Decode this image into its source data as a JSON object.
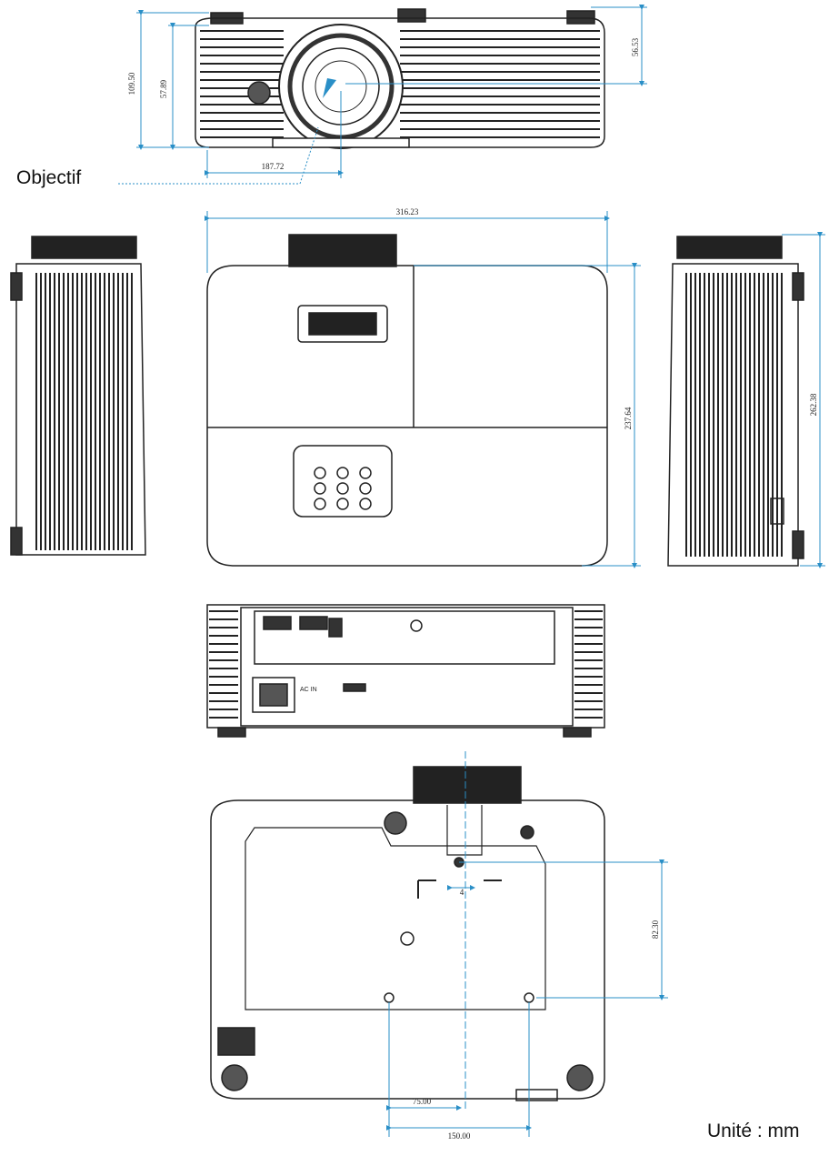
{
  "labels": {
    "lens": "Objectif",
    "unit": "Unité : mm"
  },
  "dimensions": {
    "front_total_height": "109.50",
    "front_lens_center_height": "57.89",
    "front_lens_offset_top": "56.53",
    "front_lens_horizontal": "187.72",
    "top_width": "316.23",
    "top_depth": "237.64",
    "side_depth": "262.38",
    "bottom_hole_offset": "4",
    "bottom_hole_spacing_vertical": "82.30",
    "bottom_hole_spacing_small": "75.00",
    "bottom_hole_spacing_large": "150.00"
  },
  "rear_panel_texts": {
    "ac_in": "AC IN"
  },
  "colors": {
    "line": "#222222",
    "dimension": "#2a8fc7",
    "fill_dark": "#1a1a1a",
    "fill_mid": "#555555"
  }
}
